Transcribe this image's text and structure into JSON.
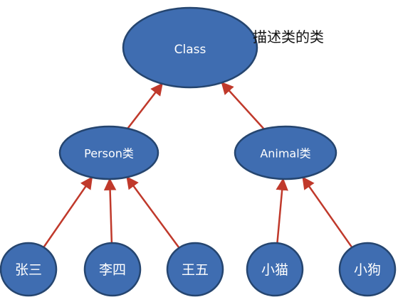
{
  "diagram": {
    "note": "描述类的类",
    "nodes": {
      "class": "Class",
      "person": "Person类",
      "animal": "Animal类",
      "zhangsan": "张三",
      "lisi": "李四",
      "wangwu": "王五",
      "xiaomao": "小猫",
      "xiaogou": "小狗"
    },
    "edges": [
      {
        "from": "person",
        "to": "class"
      },
      {
        "from": "animal",
        "to": "class"
      },
      {
        "from": "zhangsan",
        "to": "person"
      },
      {
        "from": "lisi",
        "to": "person"
      },
      {
        "from": "wangwu",
        "to": "person"
      },
      {
        "from": "xiaomao",
        "to": "animal"
      },
      {
        "from": "xiaogou",
        "to": "animal"
      }
    ]
  },
  "colors": {
    "node_fill": "#3f6db1",
    "node_stroke": "#25456f",
    "edge": "#c0392b",
    "text_on_node": "#ffffff"
  }
}
